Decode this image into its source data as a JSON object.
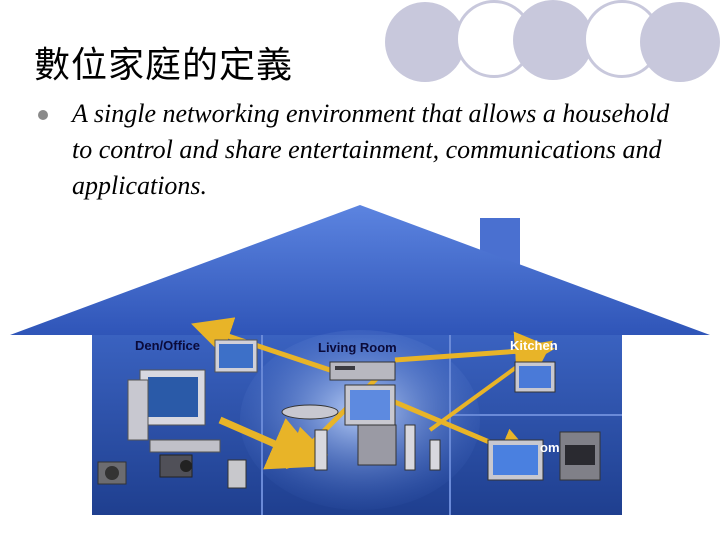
{
  "slide": {
    "title": "數位家庭的定義",
    "bullet": "A single networking environment that allows a household to control and share entertainment, communications and applications."
  },
  "diagram": {
    "rooms": {
      "den_office": "Den/Office",
      "living_room": "Living Room",
      "kitchen": "Kitchen",
      "bedroom_partial": "om"
    }
  },
  "colors": {
    "roof": "#3c64c8",
    "wall": "#2a4fa8",
    "deco_circle": "#c8c8dc"
  }
}
